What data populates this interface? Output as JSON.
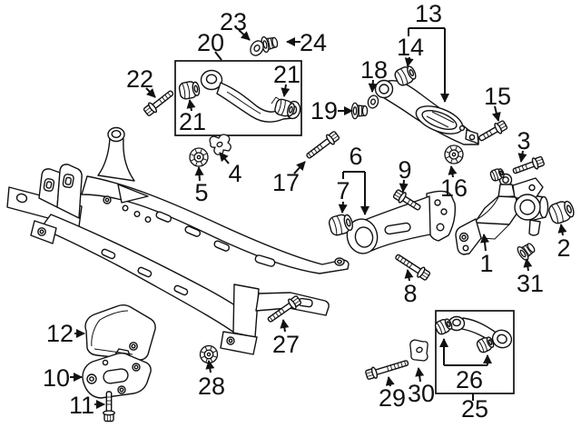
{
  "diagram": {
    "type": "exploded-parts-diagram",
    "colors": {
      "background": "#ffffff",
      "line": "#111111"
    },
    "callouts": {
      "n1": "1",
      "n2": "2",
      "n3": "3",
      "n4": "4",
      "n5": "5",
      "n6": "6",
      "n7": "7",
      "n8": "8",
      "n9": "9",
      "n10": "10",
      "n11": "11",
      "n12": "12",
      "n13": "13",
      "n14": "14",
      "n15": "15",
      "n16": "16",
      "n17": "17",
      "n18": "18",
      "n19": "19",
      "n20": "20",
      "n21": "21",
      "n21b": "21",
      "n22": "22",
      "n23": "23",
      "n24": "24",
      "n25": "25",
      "n26": "26",
      "n27": "27",
      "n28": "28",
      "n29": "29",
      "n30": "30",
      "n31": "31"
    }
  }
}
